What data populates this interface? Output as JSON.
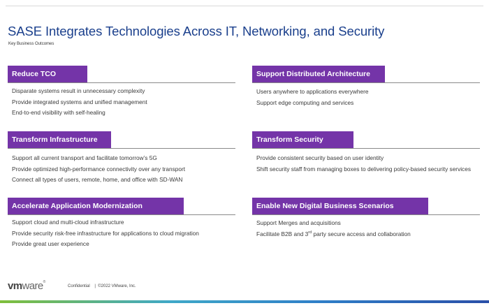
{
  "title": "SASE Integrates Technologies Across IT, Networking, and Security",
  "subtitle": "Key Business Outcomes",
  "sections": [
    {
      "heading": "Reduce TCO",
      "items": [
        "Disparate systems result in unnecessary complexity",
        "Provide integrated systems and unified management",
        "End-to-end visibility with self-healing"
      ]
    },
    {
      "heading": "Support Distributed Architecture",
      "items": [
        "Users anywhere to applications everywhere",
        "Support edge computing and services"
      ]
    },
    {
      "heading": "Transform Infrastructure",
      "items": [
        "Support all current  transport and facilitate tomorrow’s 5G",
        "Provide optimized high-performance connectivity over any transport",
        "Connect all types of users, remote, home, and office with SD-WAN"
      ]
    },
    {
      "heading": "Transform Security",
      "items": [
        "Provide consistent security based on user identity",
        "Shift security staff from managing boxes to delivering policy-based security services"
      ]
    },
    {
      "heading": "Accelerate Application Modernization",
      "items": [
        "Support cloud and multi-cloud infrastructure",
        "Provide security risk-free infrastructure for applications to cloud migration",
        "Provide great user experience"
      ]
    },
    {
      "heading": "Enable New Digital Business Scenarios",
      "items": [
        "Support Merges and acquisitions",
        "Facilitate B2B and 3rd party secure access and collaboration"
      ]
    }
  ],
  "footer": {
    "logo_vm": "vm",
    "logo_ware": "ware",
    "logo_reg": "®",
    "confidential": "Confidential    |  ©2022 VMware, Inc."
  },
  "colors": {
    "accent": "#7434a8",
    "title": "#1a3f8c"
  }
}
